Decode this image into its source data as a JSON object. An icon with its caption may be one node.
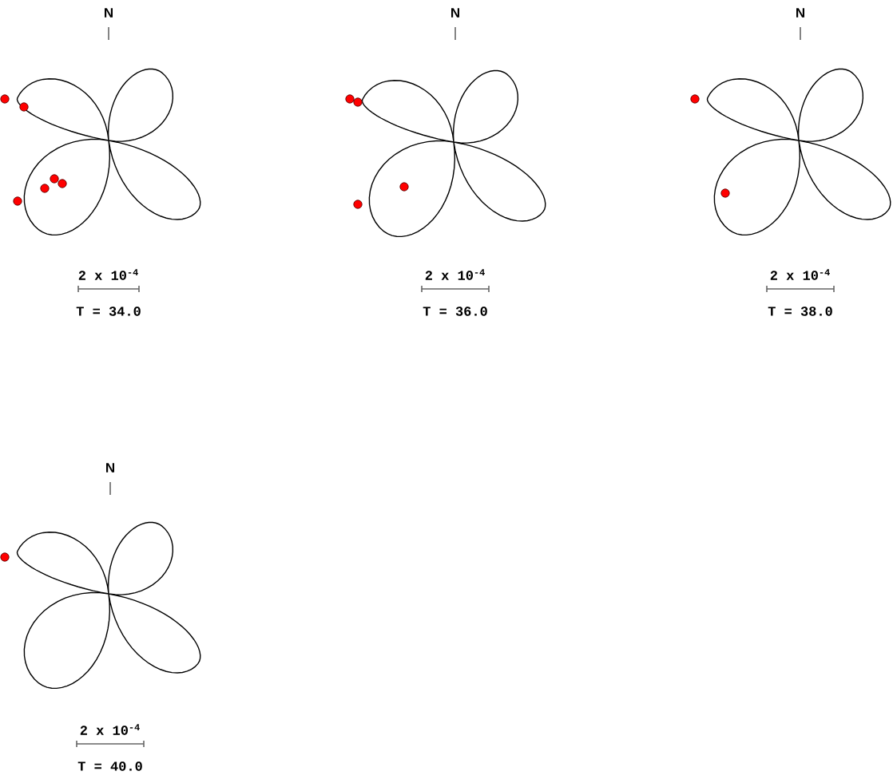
{
  "diagram": {
    "labels": [
      "N",
      "2 x 10$^{-4}$",
      "T = 34.0",
      "N",
      "2 x 10$^{-4}$",
      "T = 36.0",
      "N",
      "2 x 10$^{-4}$",
      "T = 38.0",
      "N",
      "2 x 10$^{-4}$",
      "T = 40.0"
    ]
  }
}
